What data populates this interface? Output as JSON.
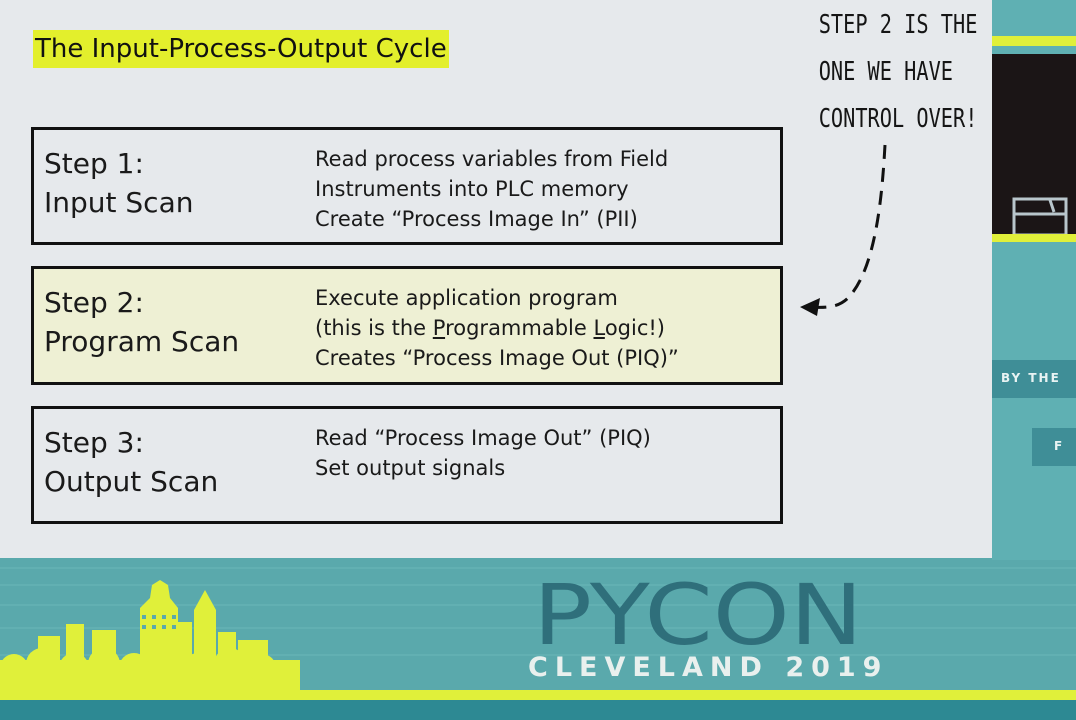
{
  "slide": {
    "title": "The Input-Process-Output Cycle",
    "steps": [
      {
        "label_line1": "Step 1:",
        "label_line2": "Input Scan",
        "desc_lines": [
          "Read process variables from Field",
          "Instruments into PLC memory",
          "Create “Process Image In” (PII)"
        ]
      },
      {
        "label_line1": "Step 2:",
        "label_line2": "Program Scan",
        "desc_line1": "Execute application program",
        "desc_line2_a": "(this is the ",
        "desc_line2_b": "P",
        "desc_line2_c": "rogrammable ",
        "desc_line2_d": "L",
        "desc_line2_e": "ogic!)",
        "desc_line3": "Creates “Process Image Out (PIQ)”"
      },
      {
        "label_line1": "Step 3:",
        "label_line2": "Output Scan",
        "desc_lines": [
          "Read “Process Image Out” (PIQ)",
          "Set output signals"
        ]
      }
    ],
    "annotation_lines": [
      "STEP 2 IS THE",
      "ONE WE HAVE",
      "CONTROL OVER!"
    ]
  },
  "banner": {
    "logo": "PYCON",
    "subtitle": "CLEVELAND 2019"
  },
  "side_panel": {
    "text1": "BY THE",
    "text2": "F"
  },
  "colors": {
    "title_highlight": "#e3ef2c",
    "banner_teal": "#3e9ba3",
    "skyline_yellow": "#e0f03a",
    "logo_dark": "#2f6f7b",
    "slide_bg": "#e6e9ec"
  }
}
